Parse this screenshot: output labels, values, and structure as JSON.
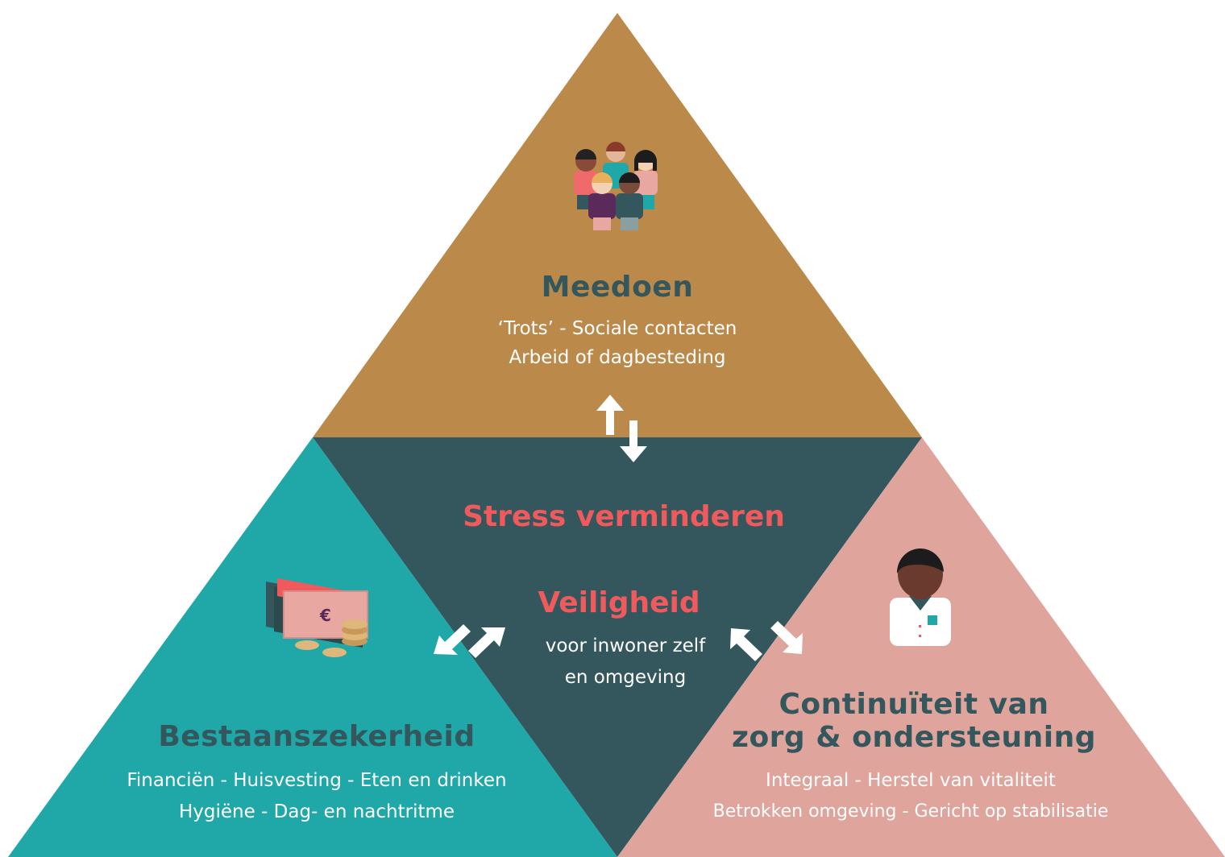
{
  "colors": {
    "top": "#bb8a4a",
    "center": "#33575c",
    "left": "#20a7a8",
    "right": "#dfa49c",
    "title": "#33575c",
    "accent": "#f05a5c",
    "white": "#ffffff"
  },
  "top_section": {
    "title": "Meedoen",
    "line1": "‘Trots’ - Sociale contacten",
    "line2": "Arbeid of dagbesteding",
    "icon": "group-of-people-icon"
  },
  "center_section": {
    "title": "Stress verminderen",
    "subtitle": "Veiligheid",
    "line1": "voor inwoner zelf",
    "line2": "en omgeving"
  },
  "left_section": {
    "title": "Bestaanszekerheid",
    "line1": "Financiën - Huisvesting - Eten en drinken",
    "line2": "Hygiëne - Dag- en nachtritme",
    "icon": "money-euro-icon"
  },
  "right_section": {
    "title_line1": "Continuïteit van",
    "title_line2": "zorg & ondersteuning",
    "line1": "Integraal - Herstel van vitaliteit",
    "line2": "Betrokken omgeving - Gericht op stabilisatie",
    "icon": "care-worker-icon"
  }
}
